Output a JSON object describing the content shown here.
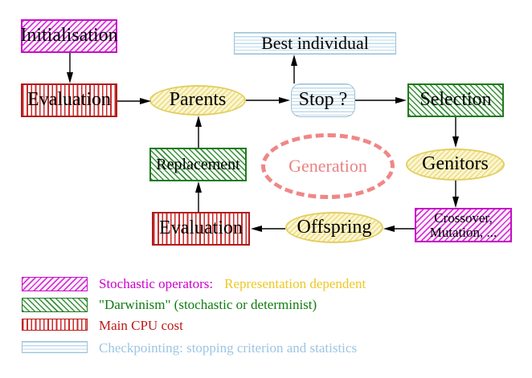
{
  "nodes": {
    "initialisation": "Initialisation",
    "evaluation_top": "Evaluation",
    "parents": "Parents",
    "best_individual": "Best individual",
    "stop": "Stop ?",
    "selection": "Selection",
    "genitors": "Genitors",
    "replacement": "Replacement",
    "crossover_line1": "Crossover,",
    "crossover_line2": "Mutation, ...",
    "offspring": "Offspring",
    "evaluation_bottom": "Evaluation",
    "generation": "Generation"
  },
  "legend": {
    "rows": [
      {
        "name": "stochastic-operators",
        "text": "Stochastic operators:",
        "text2": "Representation dependent"
      },
      {
        "name": "darwinism",
        "text": "\"Darwinism\" (stochastic or determinist)"
      },
      {
        "name": "main-cpu-cost",
        "text": "Main CPU cost"
      },
      {
        "name": "checkpointing",
        "text": "Checkpointing: stopping criterion and statistics"
      }
    ]
  },
  "colors": {
    "magenta": "#cc00cc",
    "gold": "#eec825",
    "green": "#0f7c0f",
    "red": "#c01818",
    "light_blue": "#9cc6e3",
    "yellow_border": "#e2cf62",
    "coral_dashed": "#ef8787",
    "arrow": "#000000"
  }
}
